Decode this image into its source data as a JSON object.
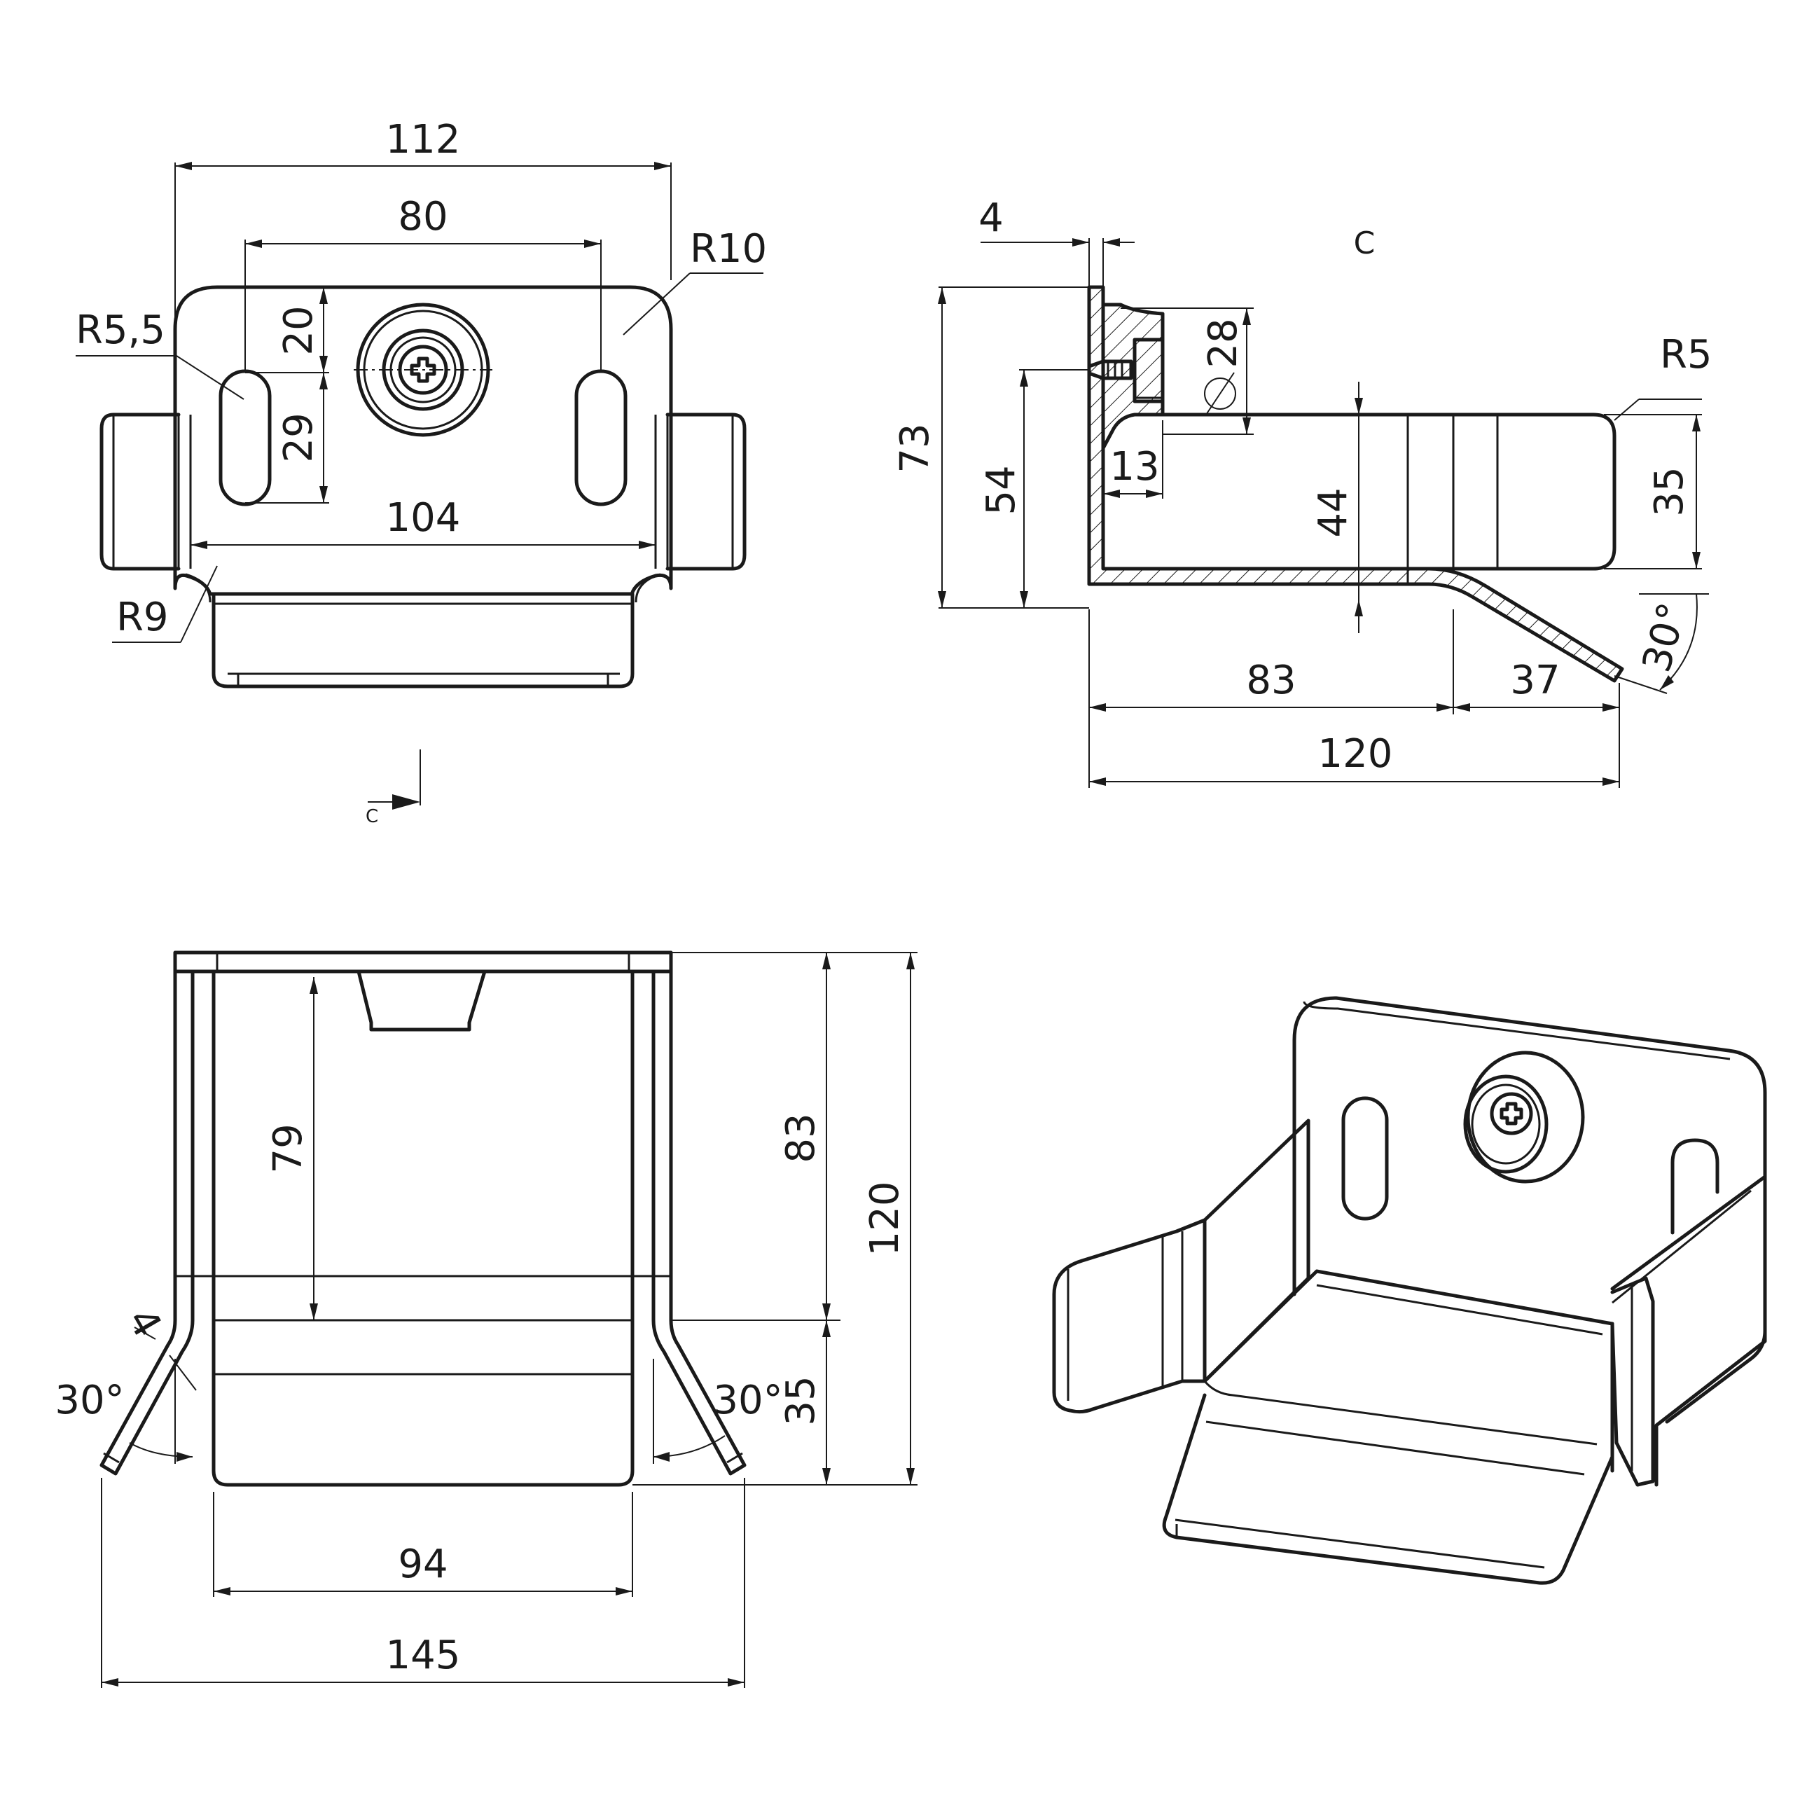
{
  "front_view": {
    "dims": {
      "overall_width": "112",
      "slot_spacing": "80",
      "bottom_width": "104",
      "slot_top_offset": "20",
      "slot_length": "29",
      "corner_radius_top": "R10",
      "slot_radius": "R5,5",
      "corner_radius_bottom": "R9"
    },
    "section_marker": "C"
  },
  "side_view": {
    "section_label": "C",
    "dims": {
      "thickness": "4",
      "height_total": "73",
      "height_mount": "54",
      "roller_diameter": "28",
      "roller_offset": "13",
      "inner_height": "44",
      "tab_height": "35",
      "tab_radius": "R5",
      "base_length": "83",
      "lip_length": "37",
      "total_length": "120",
      "lip_angle": "30°"
    }
  },
  "top_view": {
    "dims": {
      "inner_length": "79",
      "base_length": "83",
      "total_length": "120",
      "lip_length": "35",
      "inner_width": "94",
      "total_width": "145",
      "thickness": "4",
      "left_angle": "30°",
      "right_angle": "30°"
    }
  },
  "iso_view": {}
}
